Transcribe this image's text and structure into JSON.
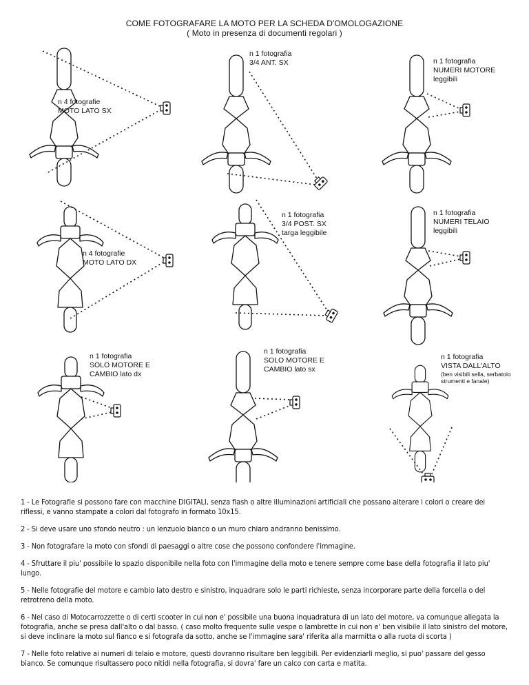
{
  "header": {
    "title": "COME FOTOGRAFARE LA MOTO PER LA SCHEDA D'OMOLOGAZIONE",
    "subtitle": "( Moto in presenza di documenti regolari )"
  },
  "captions": {
    "c1": "n 4 fotografie\nMOTO LATO SX",
    "c2": "n 1 fotografia\n3/4 ANT. SX",
    "c3": "n 1 fotografia\nNUMERI MOTORE\nleggibili",
    "c4": "n 4 fotografie\nMOTO LATO DX",
    "c5": "n 1 fotografia\n3/4 POST. SX\ntarga leggibile",
    "c6": "n 1 fotografia\nNUMERI TELAIO\nleggibili",
    "c7": "n 1 fotografia\nSOLO MOTORE E\nCAMBIO lato dx",
    "c8": "n 1 fotografia\nSOLO MOTORE E\nCAMBIO lato sx",
    "c9": "n 1 fotografia\nVISTA DALL'ALTO",
    "c9_note": "(ben visibili sella, serbatoio\nstrumenti e fanale)"
  },
  "notes": [
    "1 - Le Fotografie si possono fare con macchine DIGITALI, senza flash o altre illuminazioni artificiali che possano alterare i colori o creare dei riflessi, e vanno stampate a colori dal fotografo in formato 10x15.",
    "2 - Si deve usare uno sfondo neutro : un lenzuolo bianco o un muro chiaro andranno benissimo.",
    "3 - Non fotografare la moto con sfondi di paesaggi o altre cose che possono confondere l'immagine.",
    "4 - Sfruttare il piu' possibile lo spazio disponibile nella foto con l'immagine della moto e tenere sempre come base della fotografia il lato piu' lungo.",
    "5 - Nelle fotografie del motore e cambio lato destro e sinistro, inquadrare solo le parti richieste, senza incorporare parte della forcella o del retrotreno della moto.",
    "6 - Nel caso di Motocarrozzette o di certi scooter in cui non e' possibile una buona inquadratura di un lato del motore, va comunque allegata la fotografia, anche se presa dall'alto o dal basso. ( caso molto frequente sulle vespe o lambrette in cui non e' ben visibile il lato sinistro del motore, si deve inclinare la moto sul fianco e si fotografa da sotto, anche se l'immagine sara' riferita alla marmitta o alla ruota di scorta )",
    "7 - Nelle foto relative ai numeri di telaio e motore, questi dovranno risultare ben leggibili. Per evidenziarli meglio, si puo' passare del gesso bianco. Se comunque risultassero poco nitidi nella fotografia, si dovra' fare un calco con carta e matita."
  ]
}
